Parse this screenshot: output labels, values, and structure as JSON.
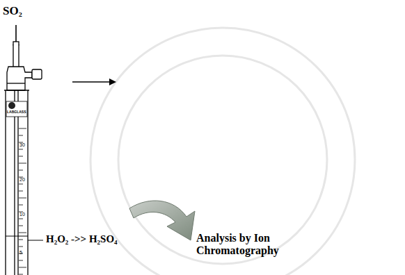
{
  "diagram": {
    "labels": [
      "SO₂",
      "LABGLASS",
      "30",
      "20",
      "10",
      "5",
      "H₂O₂ ->> H₂SO₄",
      "Analysis by Ion Chromatography"
    ]
  }
}
